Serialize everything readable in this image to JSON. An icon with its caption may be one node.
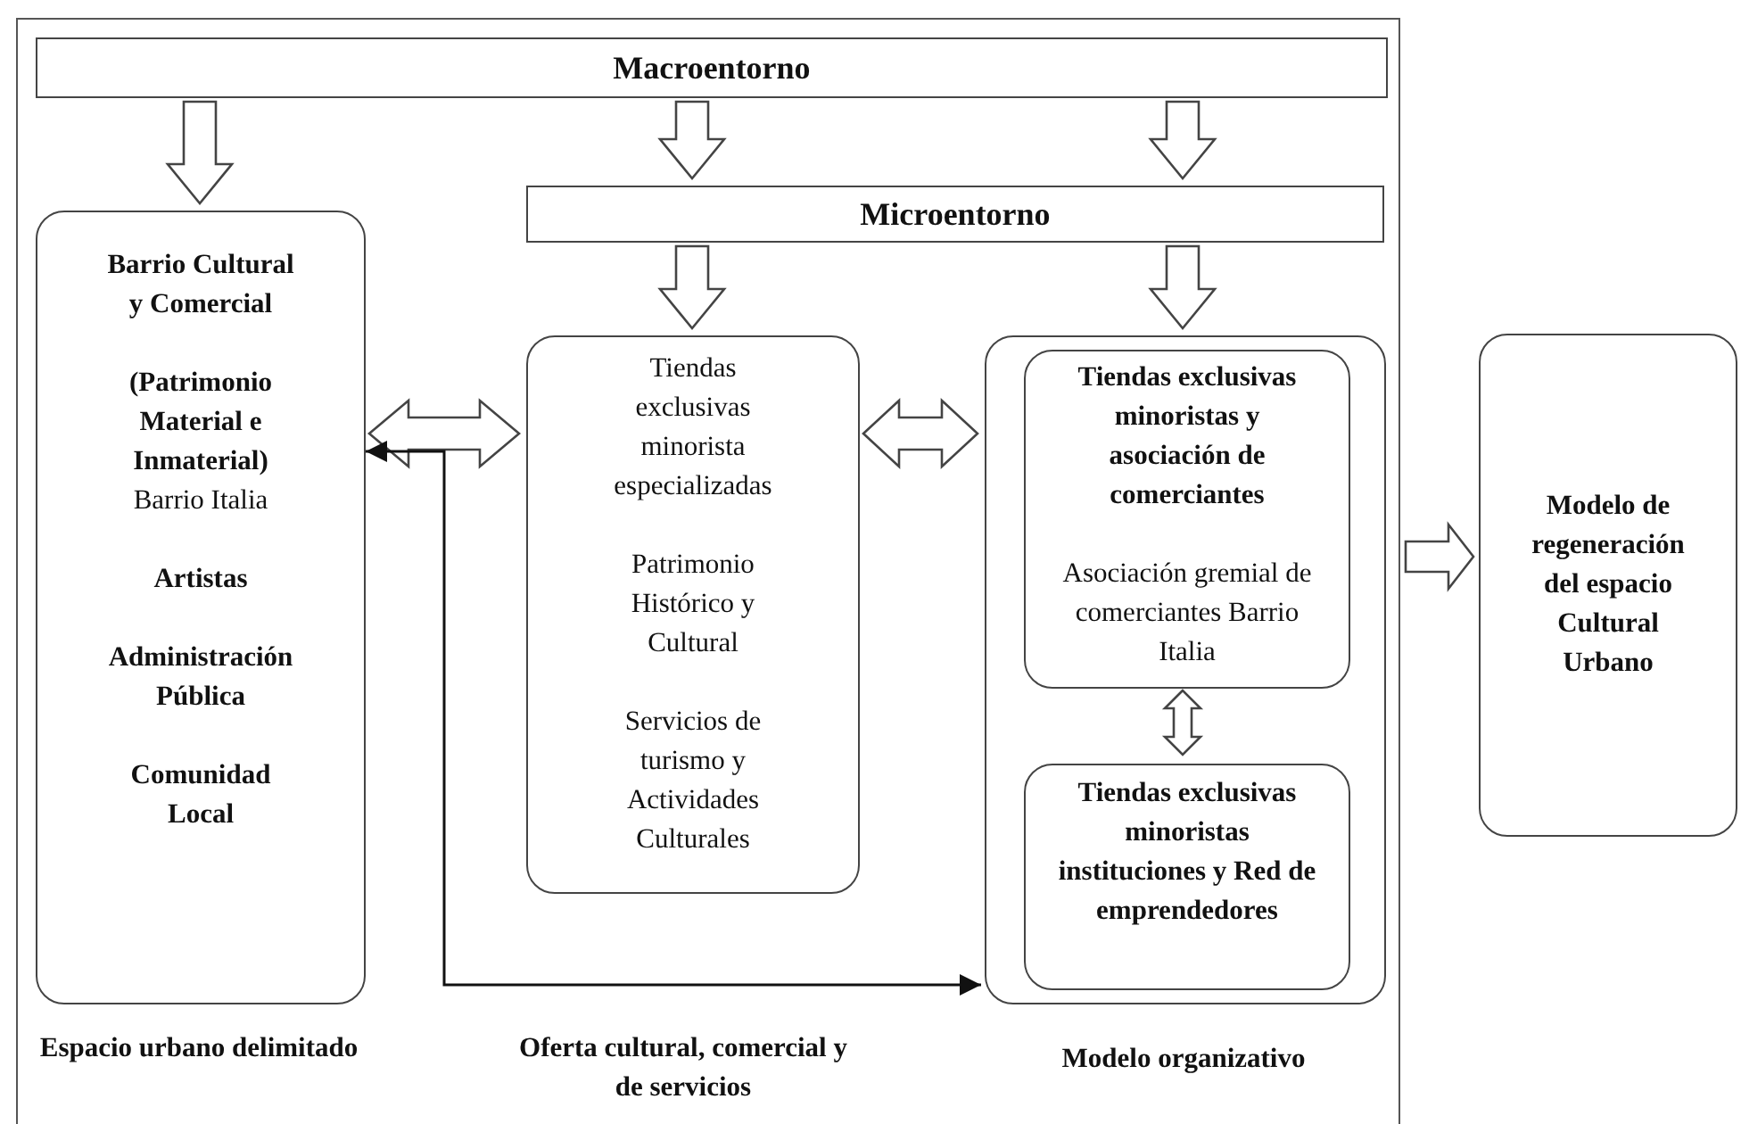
{
  "diagram": {
    "nodes": [
      {
        "text": [],
        "shape": "box"
      },
      {
        "text": [
          "Macroentorno"
        ],
        "in": 0
      },
      {
        "text": [
          "Microentorno"
        ],
        "in": 0
      },
      {
        "text": [
          "Barrio Cultural y Comercial",
          "**(Patrimonio Material e Inmaterial)** Barrio Italia",
          "Artistas",
          "Administración Pública",
          "Comunidad Local"
        ],
        "beside": [
          "Espacio urbano delimitado"
        ],
        "in": 0
      },
      {
        "text": [
          "Tiendas exclusivas minorista especializadas",
          "Patrimonio Histórico y Cultural",
          "Servicios de turismo y Actividades Culturales"
        ],
        "in": 0
      },
      {
        "text": [],
        "shape": "box",
        "beside": [
          "Modelo organizativo"
        ],
        "in": 0
      },
      {
        "text": [
          "Tiendas exclusivas minoristas y asociación de comerciantes",
          "Asociación gremial de comerciantes Barrio Italia"
        ],
        "in": 5
      },
      {
        "text": [
          "Tiendas exclusivas minoristas instituciones y Red de emprendedores"
        ],
        "in": 5
      },
      {
        "text": [
          "Modelo de regeneración del espacio Cultural Urbano"
        ]
      }
    ],
    "edges": [
      {
        "from": 1,
        "to": 3,
        "arrow": "to",
        "style": "thick"
      },
      {
        "from": 1,
        "to": 2,
        "arrow": "to",
        "style": "thick"
      },
      {
        "from": 1,
        "to": 2,
        "arrow": "to",
        "style": "thick"
      },
      {
        "from": 2,
        "to": 4,
        "arrow": "to",
        "style": "thick"
      },
      {
        "from": 2,
        "to": 5,
        "arrow": "to",
        "style": "thick"
      },
      {
        "from": 3,
        "to": 4,
        "arrow": "both",
        "style": "thick"
      },
      {
        "from": 4,
        "to": 5,
        "arrow": "both",
        "style": "thick"
      },
      {
        "from": 6,
        "to": 7,
        "arrow": "both",
        "style": "thick"
      },
      {
        "from": 0,
        "to": 8,
        "arrow": "to",
        "style": "thick"
      },
      {
        "from": 3,
        "to": 5,
        "arrow": "both"
      }
    ],
    "labels": [
      "Oferta cultural, comercial y de servicios"
    ]
  }
}
